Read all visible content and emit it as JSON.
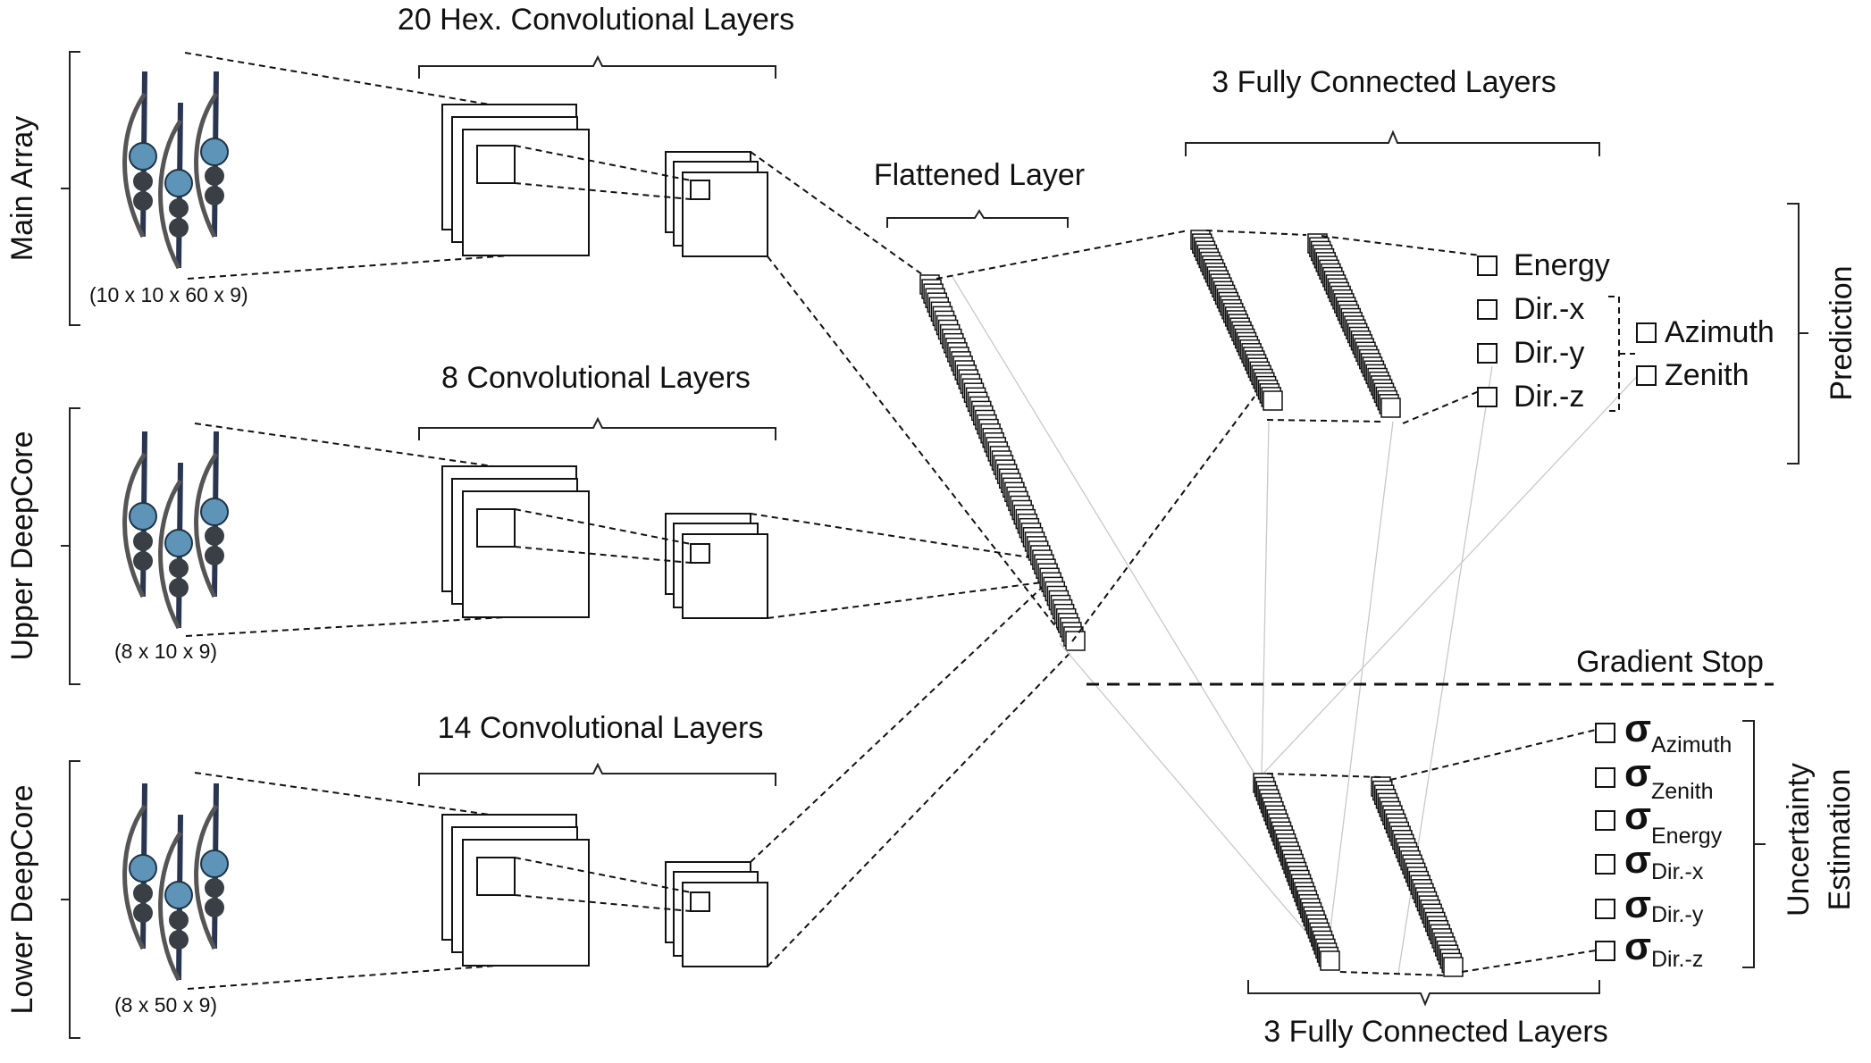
{
  "branches": [
    {
      "name": "Main Array",
      "shape": "(10 x 10 x 60 x 9)",
      "layers": "20 Hex. Convolutional Layers"
    },
    {
      "name": "Upper DeepCore",
      "shape": "(8 x 10 x 9)",
      "layers": "8 Convolutional Layers"
    },
    {
      "name": "Lower DeepCore",
      "shape": "(8 x 50 x 9)",
      "layers": "14 Convolutional Layers"
    }
  ],
  "flattened_label": "Flattened Layer",
  "prediction": {
    "layers": "3 Fully Connected Layers",
    "outputs": [
      "Energy",
      "Dir.-x",
      "Dir.-y",
      "Dir.-z"
    ],
    "derived": [
      "Azimuth",
      "Zenith"
    ],
    "group_label": "Prediction"
  },
  "gradient_stop": "Gradient Stop",
  "uncertainty": {
    "layers": "3 Fully Connected Layers",
    "sigma_symbol": "σ",
    "outputs": [
      "Azimuth",
      "Zenith",
      "Energy",
      "Dir.-x",
      "Dir.-y",
      "Dir.-z"
    ],
    "group_label_1": "Uncertainty",
    "group_label_2": "Estimation"
  }
}
